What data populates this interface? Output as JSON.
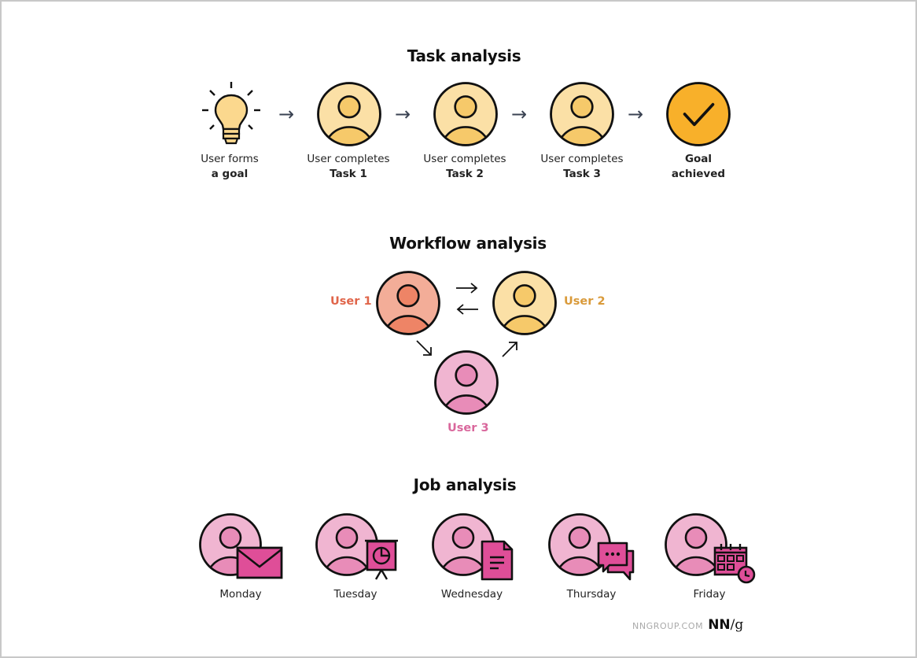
{
  "colors": {
    "outline": "#111111",
    "yellow_bg": "#fbe0a6",
    "yellow_fg": "#f6c96a",
    "goal_fill": "#f8b02a",
    "salmon_bg": "#f3ad98",
    "salmon_fg": "#ee8466",
    "pink_bg": "#f0b5d1",
    "pink_fg": "#e88cb8",
    "magenta_icon": "#df4e98",
    "user1_text": "#e0654a",
    "user2_text": "#d99a3a",
    "user3_text": "#d9679c",
    "arrow": "#3a4252"
  },
  "task_analysis": {
    "title": "Task analysis",
    "steps": [
      {
        "icon": "lightbulb-icon",
        "line1": "User forms",
        "line2": "a goal"
      },
      {
        "icon": "user-icon",
        "line1": "User completes",
        "line2": "Task 1"
      },
      {
        "icon": "user-icon",
        "line1": "User completes",
        "line2": "Task 2"
      },
      {
        "icon": "user-icon",
        "line1": "User completes",
        "line2": "Task 3"
      },
      {
        "icon": "checkmark-icon",
        "line1": "Goal",
        "line2": "achieved"
      }
    ],
    "arrow_glyph": "→"
  },
  "workflow_analysis": {
    "title": "Workflow analysis",
    "users": [
      {
        "label": "User 1",
        "color": "salmon"
      },
      {
        "label": "User 2",
        "color": "yellow"
      },
      {
        "label": "User 3",
        "color": "pink"
      }
    ]
  },
  "job_analysis": {
    "title": "Job analysis",
    "days": [
      {
        "label": "Monday",
        "icon": "envelope-icon"
      },
      {
        "label": "Tuesday",
        "icon": "presentation-chart-icon"
      },
      {
        "label": "Wednesday",
        "icon": "document-icon"
      },
      {
        "label": "Thursday",
        "icon": "chat-bubbles-icon"
      },
      {
        "label": "Friday",
        "icon": "calendar-clock-icon"
      }
    ]
  },
  "footer": {
    "site": "NNGROUP.COM",
    "logo_bold": "NN",
    "logo_rest": "/g"
  }
}
